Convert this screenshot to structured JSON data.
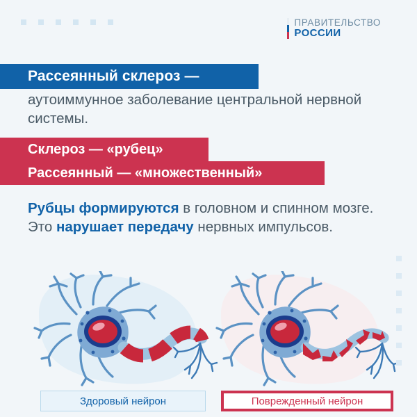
{
  "header": {
    "logo_top": "ПРАВИТЕЛЬСТВО",
    "logo_bottom": "РОССИИ",
    "dots_top_count": 6,
    "dots_right_count": 7,
    "dot_color": "#d4e6f2"
  },
  "banners": {
    "blue_title": "Рассеянный склероз —",
    "blue_color": "#1162a8",
    "red_color": "#cc3350",
    "red_line_1": "Склероз — «рубец»",
    "red_line_2": "Рассеянный — «множественный»"
  },
  "paragraphs": {
    "first": "аутоиммунное заболевание центральной нервной системы.",
    "second_parts": [
      {
        "text": "Рубцы формируются",
        "bold": true
      },
      {
        "text": " в головном и спинном мозге. Это ",
        "bold": false
      },
      {
        "text": "нарушает передачу",
        "bold": true
      },
      {
        "text": " нервных импульсов.",
        "bold": false
      }
    ]
  },
  "neurons": [
    {
      "id": "healthy",
      "label": "Здоровый нейрон",
      "blob_color": "#e3eff7",
      "label_text_color": "#1162a8",
      "label_border_color": "#b9d9ec",
      "label_bg_color": "#e9f3fa",
      "cell_body_color": "#7faad4",
      "nucleus_ring_color": "#1b3c8c",
      "nucleus_color": "#c8283c",
      "myelin_color": "#c8283c",
      "node_color": "#9dc3e0"
    },
    {
      "id": "damaged",
      "label": "Поврежденный нейрон",
      "blob_color": "#f7eef0",
      "label_text_color": "#cc3350",
      "label_border_color": "#cc3350",
      "label_bg_color": "#ffffff",
      "cell_body_color": "#7faad4",
      "nucleus_ring_color": "#1b3c8c",
      "nucleus_color": "#c8283c",
      "myelin_color": "#c8283c",
      "node_color": "#9dc3e0"
    }
  ],
  "page": {
    "background": "#f2f6f9",
    "body_text_color": "#4a5a66"
  }
}
